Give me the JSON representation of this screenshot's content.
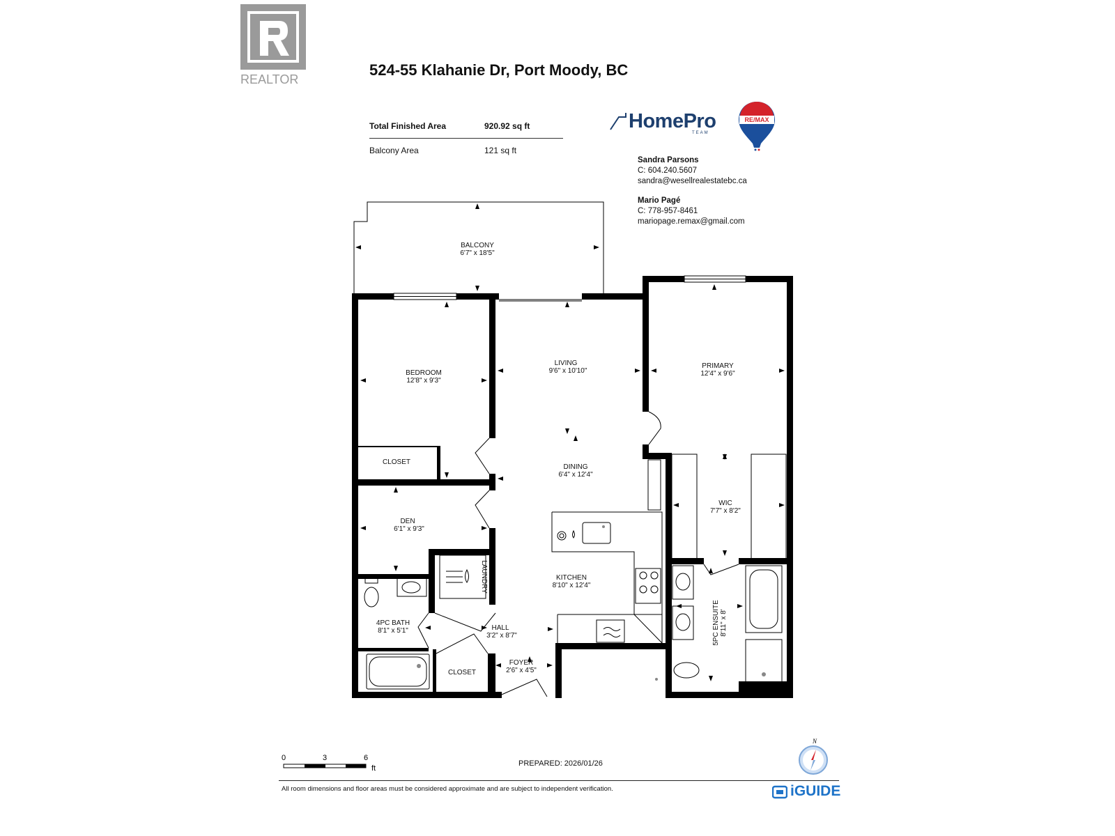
{
  "header": {
    "realtor_logo_text": "REALTOR",
    "title": "524-55 Klahanie Dr, Port Moody, BC"
  },
  "areas": [
    {
      "label": "Total Finished Area",
      "value": "920.92 sq ft"
    },
    {
      "label": "Balcony Area",
      "value": "121 sq ft"
    }
  ],
  "brands": {
    "homepro_name": "HomePro",
    "homepro_team": "TEAM",
    "remax_text": "RE/MAX",
    "iguide_text": "iGUIDE"
  },
  "agents": [
    {
      "name": "Sandra Parsons",
      "phone": "C: 604.240.5607",
      "email": "sandra@wesellrealestatebc.ca"
    },
    {
      "name": "Mario Pagé",
      "phone": "C: 778-957-8461",
      "email": "mariopage.remax@gmail.com"
    }
  ],
  "rooms": {
    "balcony": {
      "name": "BALCONY",
      "dims": "6'7\" x 18'5\""
    },
    "bedroom": {
      "name": "BEDROOM",
      "dims": "12'8\" x 9'3\""
    },
    "living": {
      "name": "LIVING",
      "dims": "9'6\" x 10'10\""
    },
    "primary": {
      "name": "PRIMARY",
      "dims": "12'4\" x 9'6\""
    },
    "closet1": {
      "name": "CLOSET"
    },
    "dining": {
      "name": "DINING",
      "dims": "6'4\" x 12'4\""
    },
    "den": {
      "name": "DEN",
      "dims": "6'1\" x 9'3\""
    },
    "wic": {
      "name": "WIC",
      "dims": "7'7\" x 8'2\""
    },
    "laundry": {
      "name": "LAUNDRY"
    },
    "kitchen": {
      "name": "KITCHEN",
      "dims": "8'10\" x 12'4\""
    },
    "bath4": {
      "name": "4PC BATH",
      "dims": "8'1\" x 5'1\""
    },
    "hall": {
      "name": "HALL",
      "dims": "3'2\" x 8'7\""
    },
    "ensuite": {
      "name": "5PC ENSUITE",
      "dims": "8'11\" x 8'"
    },
    "closet2": {
      "name": "CLOSET"
    },
    "foyer": {
      "name": "FOYER",
      "dims": "2'6\" x 4'5\""
    }
  },
  "scale": {
    "ticks": [
      "0",
      "3",
      "6"
    ],
    "unit": "ft"
  },
  "compass_label": "N",
  "prepared": "PREPARED: 2026/01/26",
  "disclaimer": "All room dimensions and floor areas must be considered approximate and are subject to independent verification.",
  "colors": {
    "wall": "#000000",
    "homepro_blue": "#1d3f6e",
    "remax_red": "#d4232b",
    "remax_blue": "#1b4f9c",
    "iguide_blue": "#1e73c8",
    "realtor_gray": "#9a9a9a"
  }
}
